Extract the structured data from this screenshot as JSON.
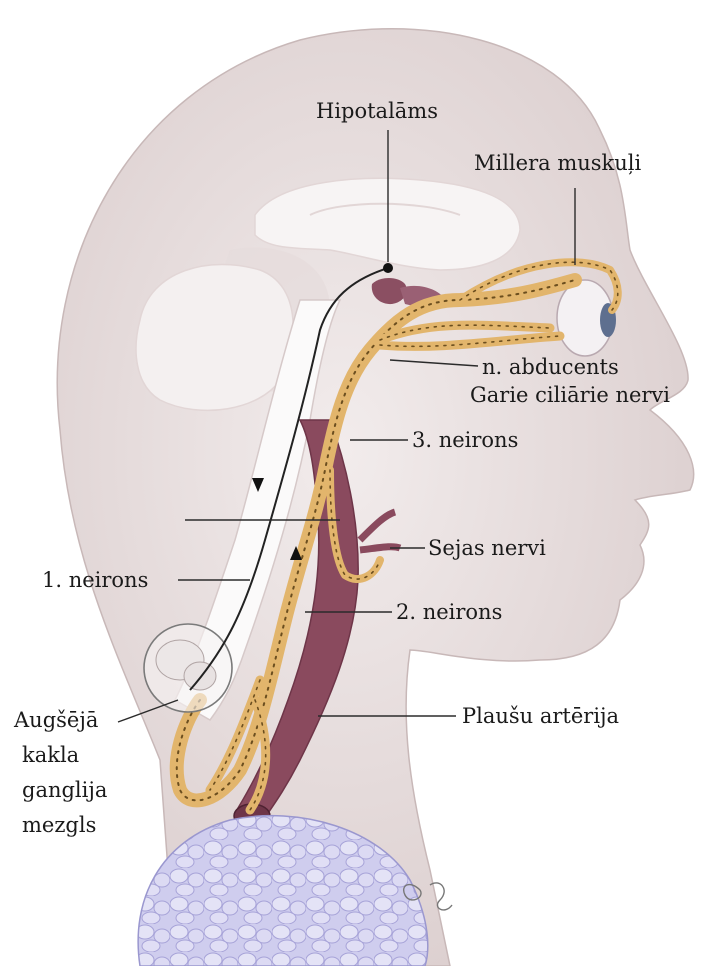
{
  "labels": {
    "hypothalamus": "Hipotalāms",
    "muller_muscle": "Millera muskuļi",
    "abducens": "n. abducents",
    "long_ciliary": "Garie ciliārie nervi",
    "third_neuron": "3. neirons",
    "facial_nerves": "Sejas nervi",
    "first_neuron": "1. neirons",
    "second_neuron": "2. neirons",
    "superior_cervical_1": "Augšējā",
    "superior_cervical_2": "kakla",
    "superior_cervical_3": "ganglija",
    "superior_cervical_4": "mezgls",
    "pulmonary_artery": "Plaušu artērija"
  },
  "colors": {
    "skin": "#ece3e3",
    "skin_shadow": "#d9cccc",
    "brain": "#f6f3f3",
    "spine": "#f5f2f2",
    "nerve": "#e8b870",
    "nerve_dots": "#6b4e1f",
    "artery": "#8a4a5e",
    "lung": "#c9c6ea"
  }
}
